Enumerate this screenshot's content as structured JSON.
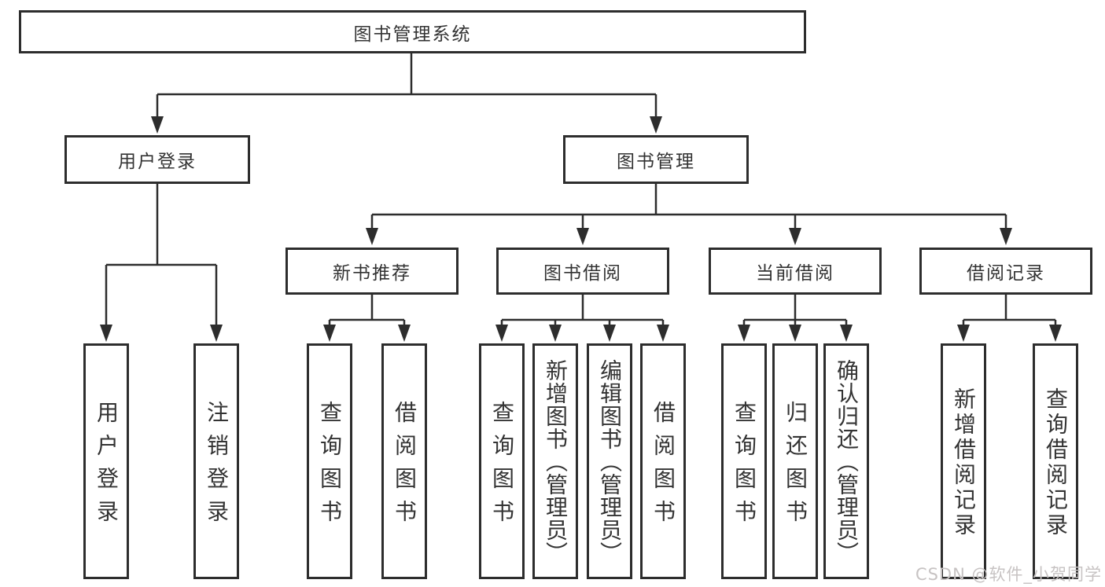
{
  "diagram_title": "图书管理系统",
  "tree": {
    "root": "图书管理系统",
    "branches": [
      {
        "label": "用户登录",
        "children": [
          "用户登录",
          "注销登录"
        ]
      },
      {
        "label": "图书管理",
        "groups": [
          {
            "label": "新书推荐",
            "children": [
              "查询图书",
              "借阅图书"
            ]
          },
          {
            "label": "图书借阅",
            "children": [
              "查询图书",
              "新增图书（管理员）",
              "编辑图书（管理员）",
              "借阅图书"
            ]
          },
          {
            "label": "当前借阅",
            "children": [
              "查询图书",
              "归还图书",
              "确认归还（管理员）"
            ]
          },
          {
            "label": "借阅记录",
            "children": [
              "新增借阅记录",
              "查询借阅记录"
            ]
          }
        ]
      }
    ]
  },
  "watermark": {
    "text": "CSDN @软件_小贺同学"
  },
  "colors": {
    "line": "#2d2d2d",
    "box_border": "#2d2d2d",
    "text": "#333333",
    "watermark": "#c7c3c3",
    "background": "#ffffff"
  }
}
